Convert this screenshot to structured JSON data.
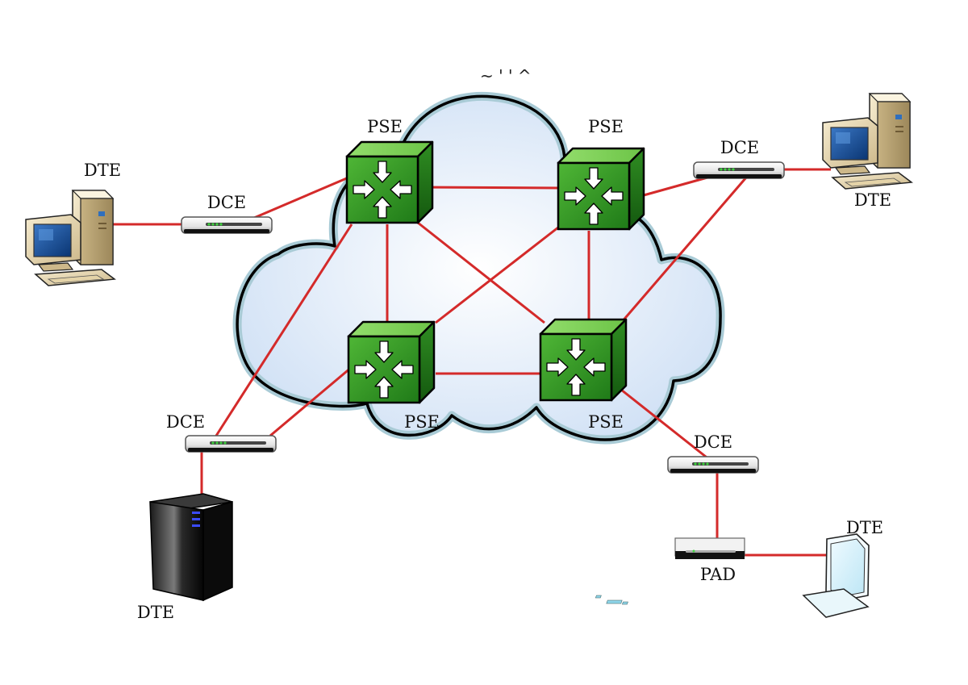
{
  "colors": {
    "link": "#d42a2a",
    "cloud_fill": "#dde9f8",
    "cloud_outline": "#a9cbd6",
    "switch_green": "#3a9a28",
    "background": "#ffffff"
  },
  "labels": {
    "pse_top_left": "PSE",
    "pse_top_right": "PSE",
    "pse_bottom_left": "PSE",
    "pse_bottom_right": "PSE",
    "dce_left": "DCE",
    "dce_right": "DCE",
    "dce_bottom_left": "DCE",
    "dce_bottom_right": "DCE",
    "dte_left": "DTE",
    "dte_right": "DTE",
    "dte_server": "DTE",
    "dte_terminal": "DTE",
    "pad": "PAD"
  },
  "icons": {
    "pse": "packet-switch-icon",
    "dce": "modem-icon",
    "dte_pc": "desktop-computer-icon",
    "dte_server": "server-tower-icon",
    "dte_terminal": "terminal-icon",
    "pad": "pad-device-icon"
  }
}
